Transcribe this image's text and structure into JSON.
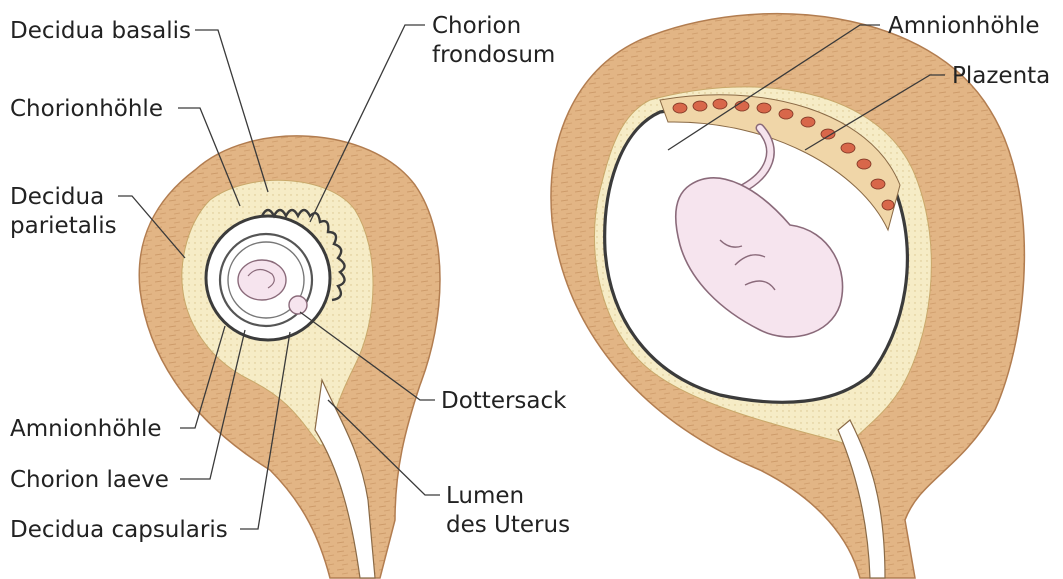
{
  "labels": {
    "decidua_basalis": "Decidua basalis",
    "chorionhoehle": "Chorionhöhle",
    "decidua_parietalis_1": "Decidua",
    "decidua_parietalis_2": "parietalis",
    "chorion_frondosum_1": "Chorion",
    "chorion_frondosum_2": "frondosum",
    "dottersack": "Dottersack",
    "amnionhoehle_left": "Amnionhöhle",
    "chorion_laeve": "Chorion laeve",
    "decidua_capsularis": "Decidua capsularis",
    "lumen_1": "Lumen",
    "lumen_2": "des Uterus",
    "amnionhoehle_right": "Amnionhöhle",
    "plazenta": "Plazenta"
  },
  "colors": {
    "uterus_wall": "#e2b585",
    "uterus_texture": "#c49062",
    "decidua_light": "#f6ecc6",
    "embryo": "#f6e4ee",
    "membrane": "#3b3b3b",
    "placenta_lobe": "#d8674a"
  }
}
